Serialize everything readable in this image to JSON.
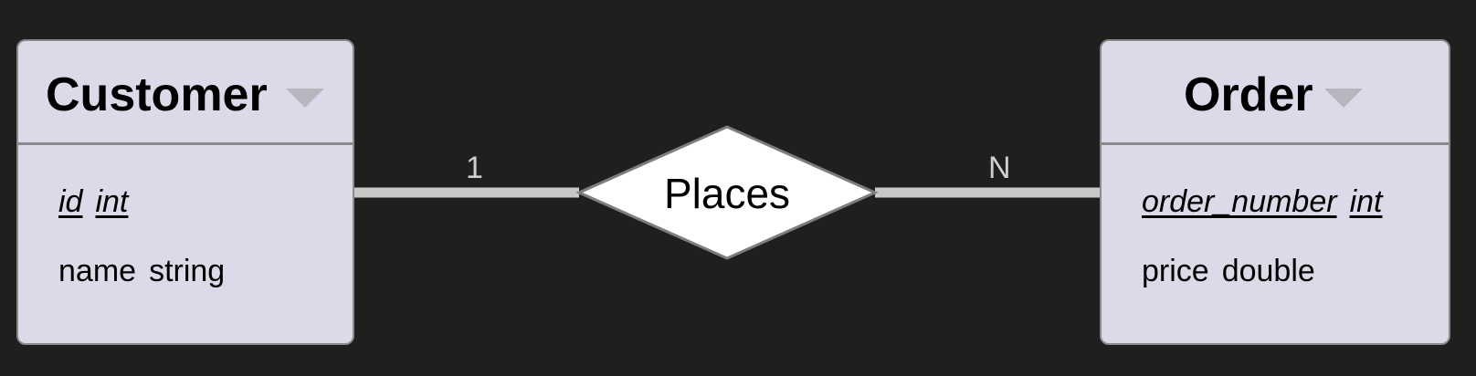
{
  "entities": {
    "customer": {
      "name": "Customer",
      "attributes": [
        {
          "name": "id",
          "type": "int",
          "key": true
        },
        {
          "name": "name",
          "type": "string",
          "key": false
        }
      ]
    },
    "order": {
      "name": "Order",
      "attributes": [
        {
          "name": "order_number",
          "type": "int",
          "key": true
        },
        {
          "name": "price",
          "type": "double",
          "key": false
        }
      ]
    }
  },
  "relationship": {
    "label": "Places",
    "left_cardinality": "1",
    "right_cardinality": "N"
  },
  "colors": {
    "background": "#1f1f1f",
    "entity_fill": "#dcdae9",
    "entity_border": "#8a8a8a",
    "connector": "#c8c8c8",
    "diamond_fill": "#ffffff"
  }
}
